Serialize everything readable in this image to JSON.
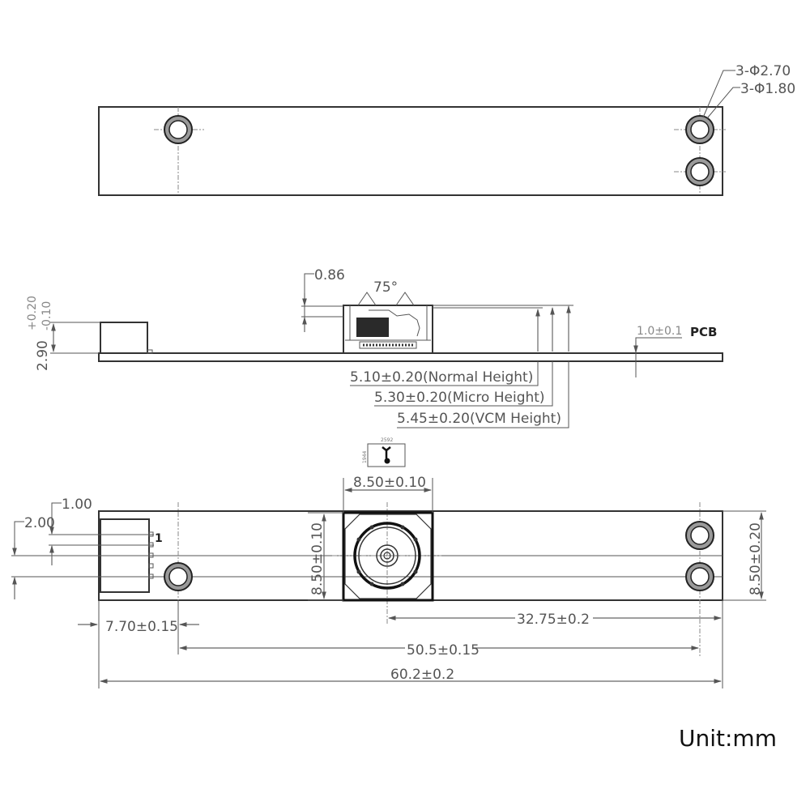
{
  "drawing": {
    "title": "Camera module mechanical drawing",
    "unit_label": "Unit:mm",
    "top_view": {
      "hole_callouts": [
        "3-Φ2.70",
        "3-Φ1.80"
      ]
    },
    "side_view": {
      "lens_offset": "0.86",
      "view_angle": "75°",
      "connector_height": "2.90",
      "connector_tol_plus": "+0.20",
      "connector_tol_minus": "-0.10",
      "pcb_thickness": "1.0±0.1",
      "pcb_label": "PCB",
      "heights": [
        {
          "label": "5.10±0.20(Normal Height)"
        },
        {
          "label": "5.30±0.20(Micro Height)"
        },
        {
          "label": "5.45±0.20(VCM Height)"
        }
      ]
    },
    "orientation_icon": {
      "width_label": "2592",
      "height_label": "1944"
    },
    "front_view": {
      "pin_pitch": "1.00",
      "pin_offset": "2.00",
      "pin1_label": "1",
      "lens_width": "8.50±0.10",
      "lens_height": "8.50±0.10",
      "board_height": "8.50±0.20",
      "connector_to_hole": "7.70±0.15",
      "lens_to_hole": "32.75±0.2",
      "hole_spacing": "50.5±0.15",
      "overall_length": "60.2±0.2"
    }
  }
}
